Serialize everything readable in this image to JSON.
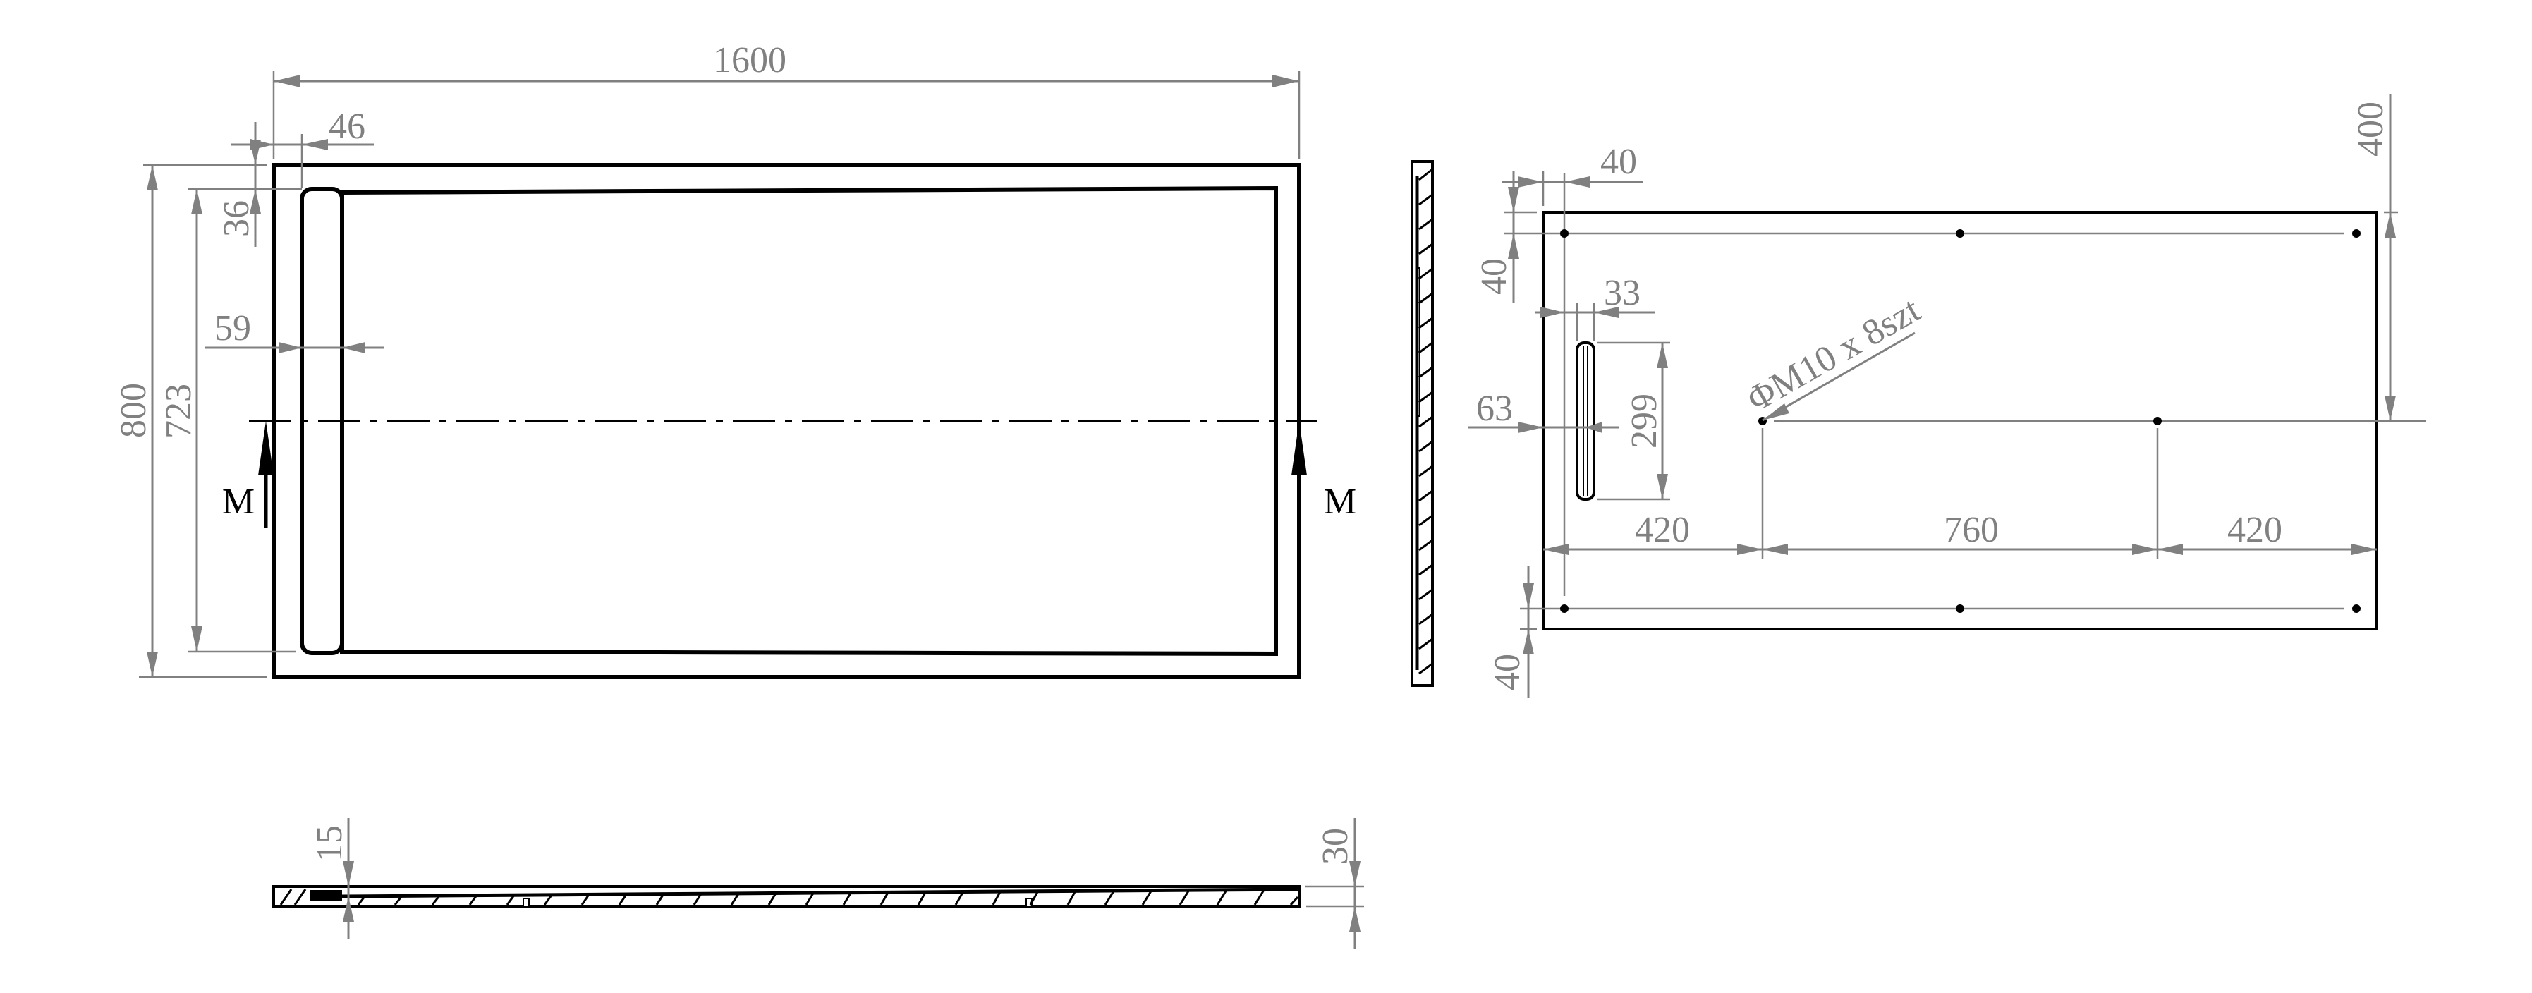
{
  "drawing": {
    "top_view": {
      "dims": {
        "overall_length": "1600",
        "overall_width": "800",
        "inner_width": "723",
        "offset_x": "46",
        "offset_y": "36",
        "channel_width": "59"
      },
      "section_marker_left": "M",
      "section_marker_right": "M"
    },
    "mounting_plate": {
      "dims": {
        "edge_offset_x": "40",
        "edge_offset_y_top": "40",
        "edge_offset_y_bottom": "40",
        "slot_width": "33",
        "slot_length": "299",
        "slot_offset": "63",
        "half_height": "400",
        "spacing_left": "420",
        "spacing_middle": "760",
        "spacing_right": "420"
      },
      "hole_callout": "ΦM10 x 8szt",
      "hole_count": 8
    },
    "section_view": {
      "dims": {
        "drain_depth": "15",
        "thickness": "30"
      }
    },
    "colors": {
      "dimension": "#808080",
      "outline": "#000000",
      "stipple": "#b0b0b0"
    }
  }
}
